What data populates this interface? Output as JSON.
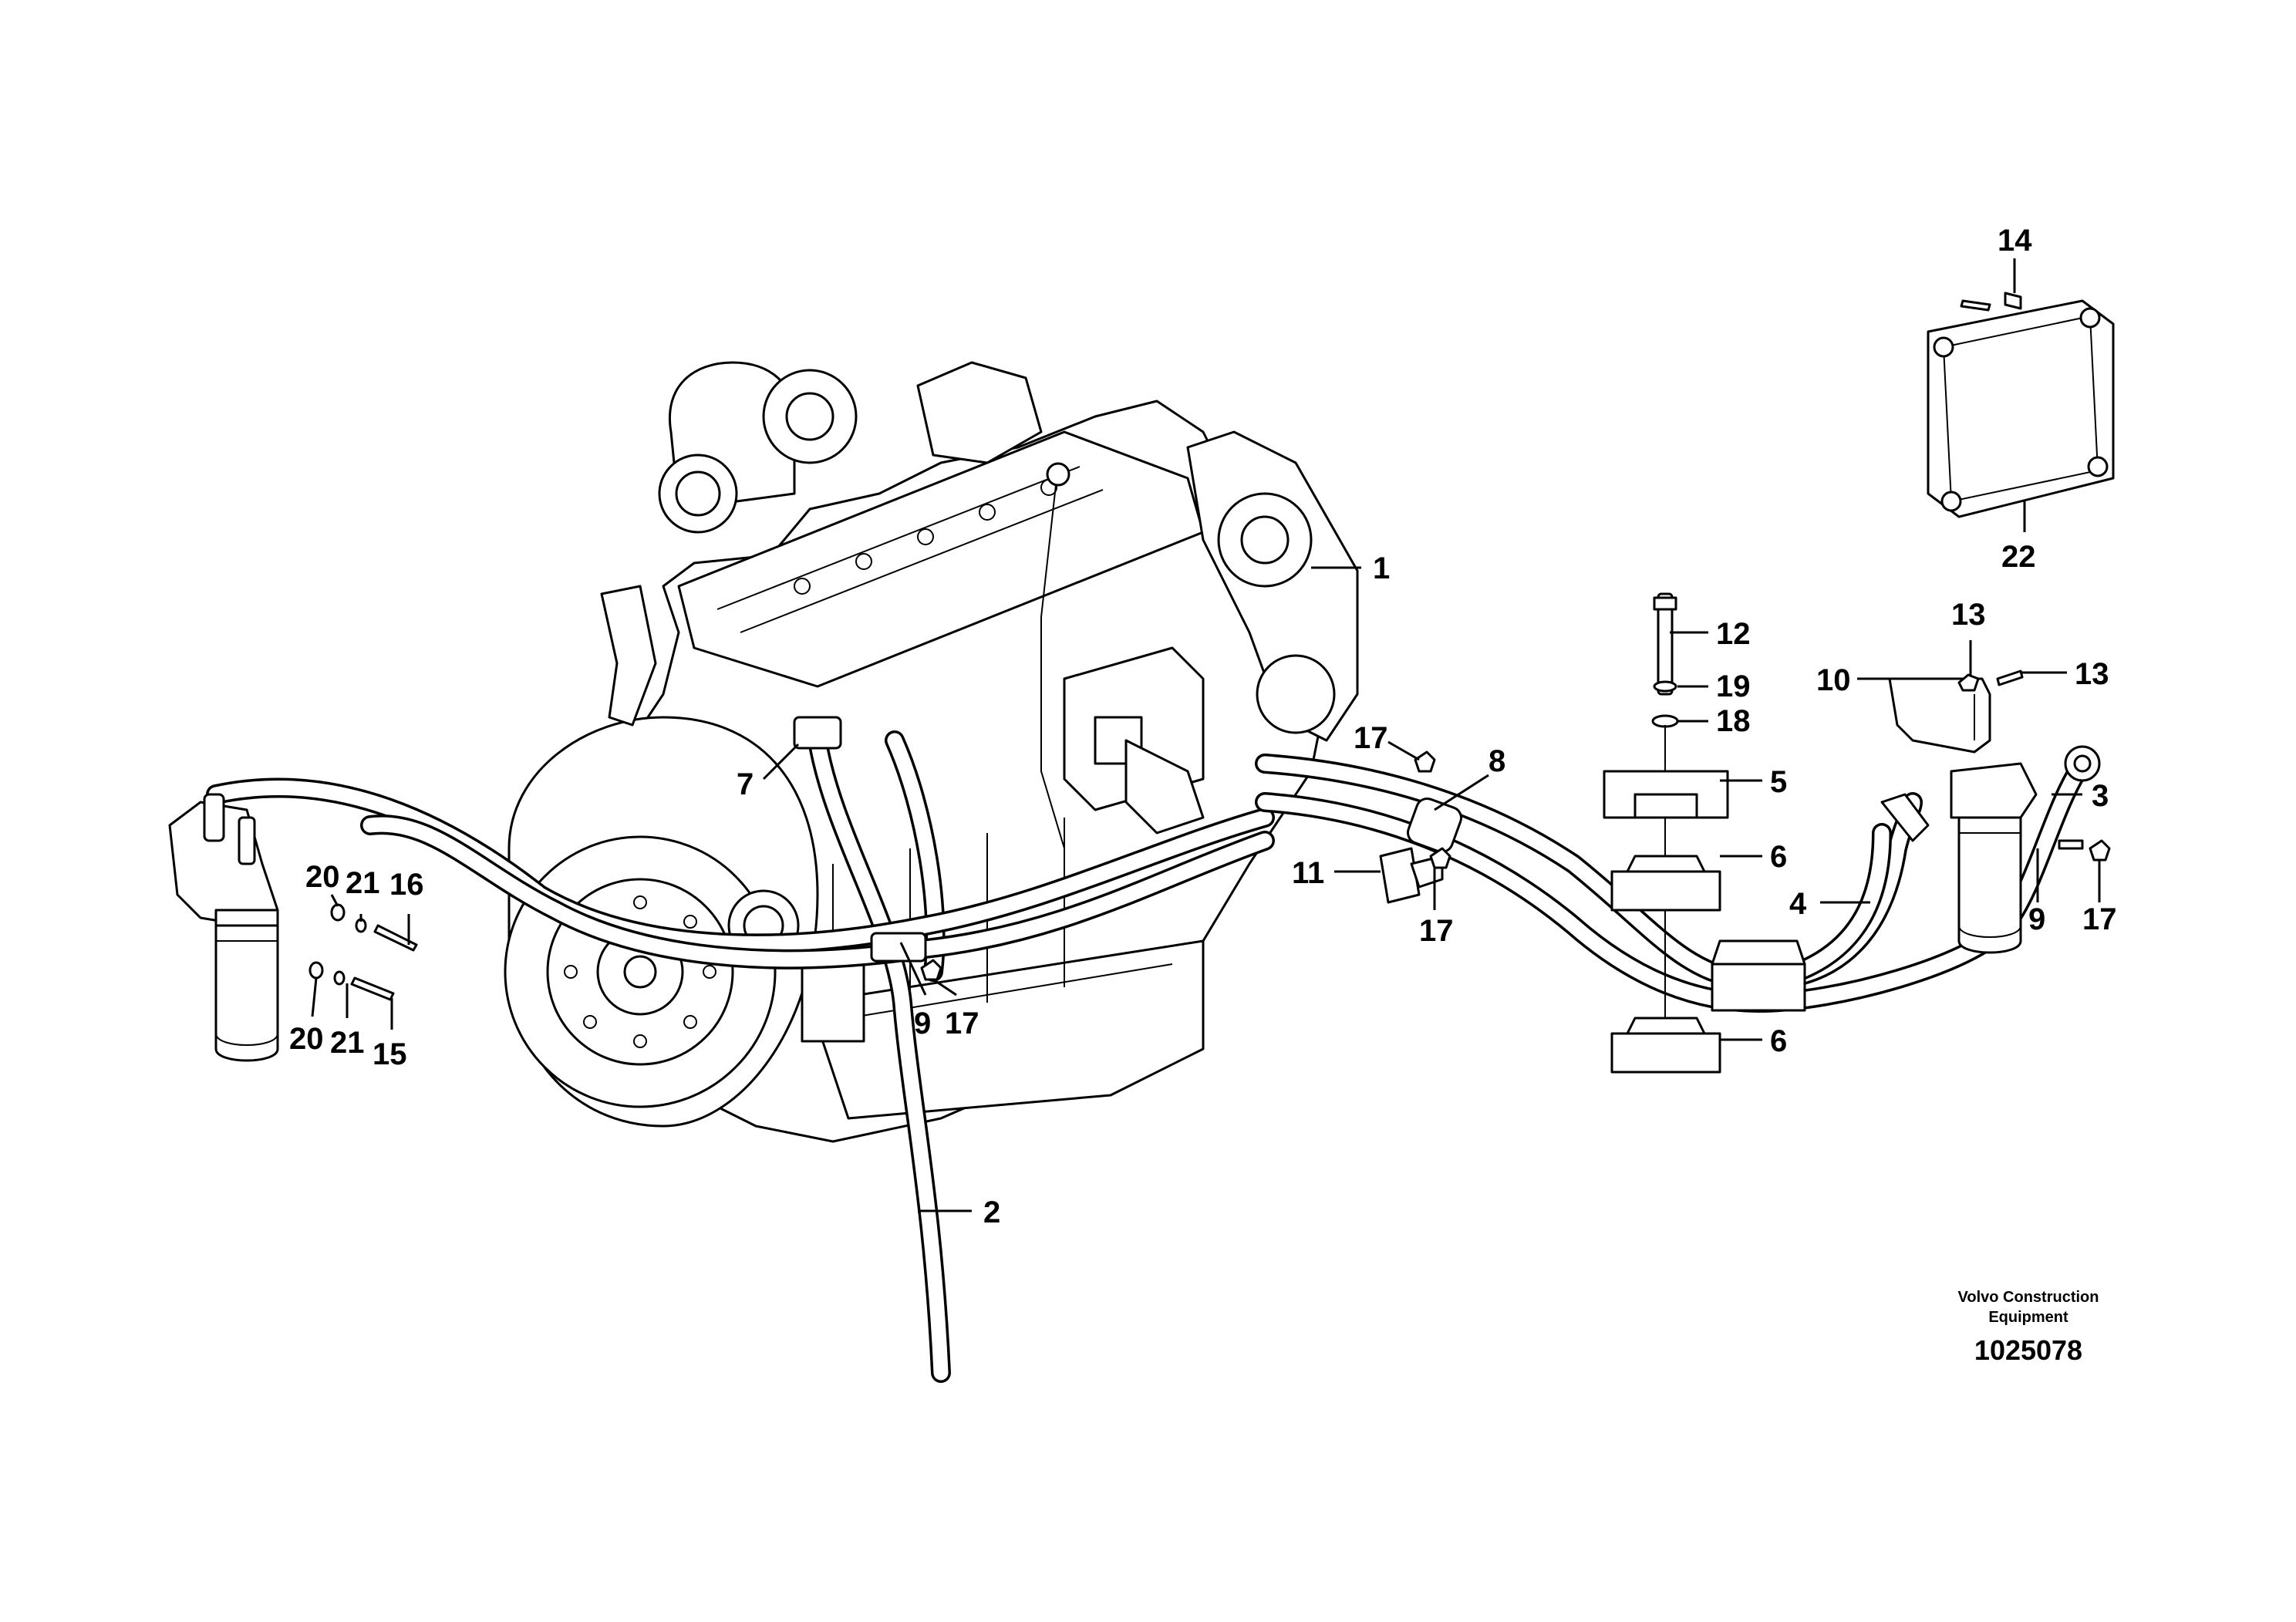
{
  "callouts": {
    "c1": "1",
    "c2": "2",
    "c3": "3",
    "c4": "4",
    "c5": "5",
    "c6a": "6",
    "c6b": "6",
    "c7": "7",
    "c8": "8",
    "c9a": "9",
    "c9b": "9",
    "c10": "10",
    "c11": "11",
    "c12": "12",
    "c13a": "13",
    "c13b": "13",
    "c14": "14",
    "c15": "15",
    "c16": "16",
    "c17a": "17",
    "c17b": "17",
    "c17c": "17",
    "c17d": "17",
    "c18": "18",
    "c19": "19",
    "c20a": "20",
    "c20b": "20",
    "c21a": "21",
    "c21b": "21",
    "c22": "22"
  },
  "caption": {
    "company_line1": "Volvo Construction",
    "company_line2": "Equipment",
    "drawing_number": "1025078"
  }
}
